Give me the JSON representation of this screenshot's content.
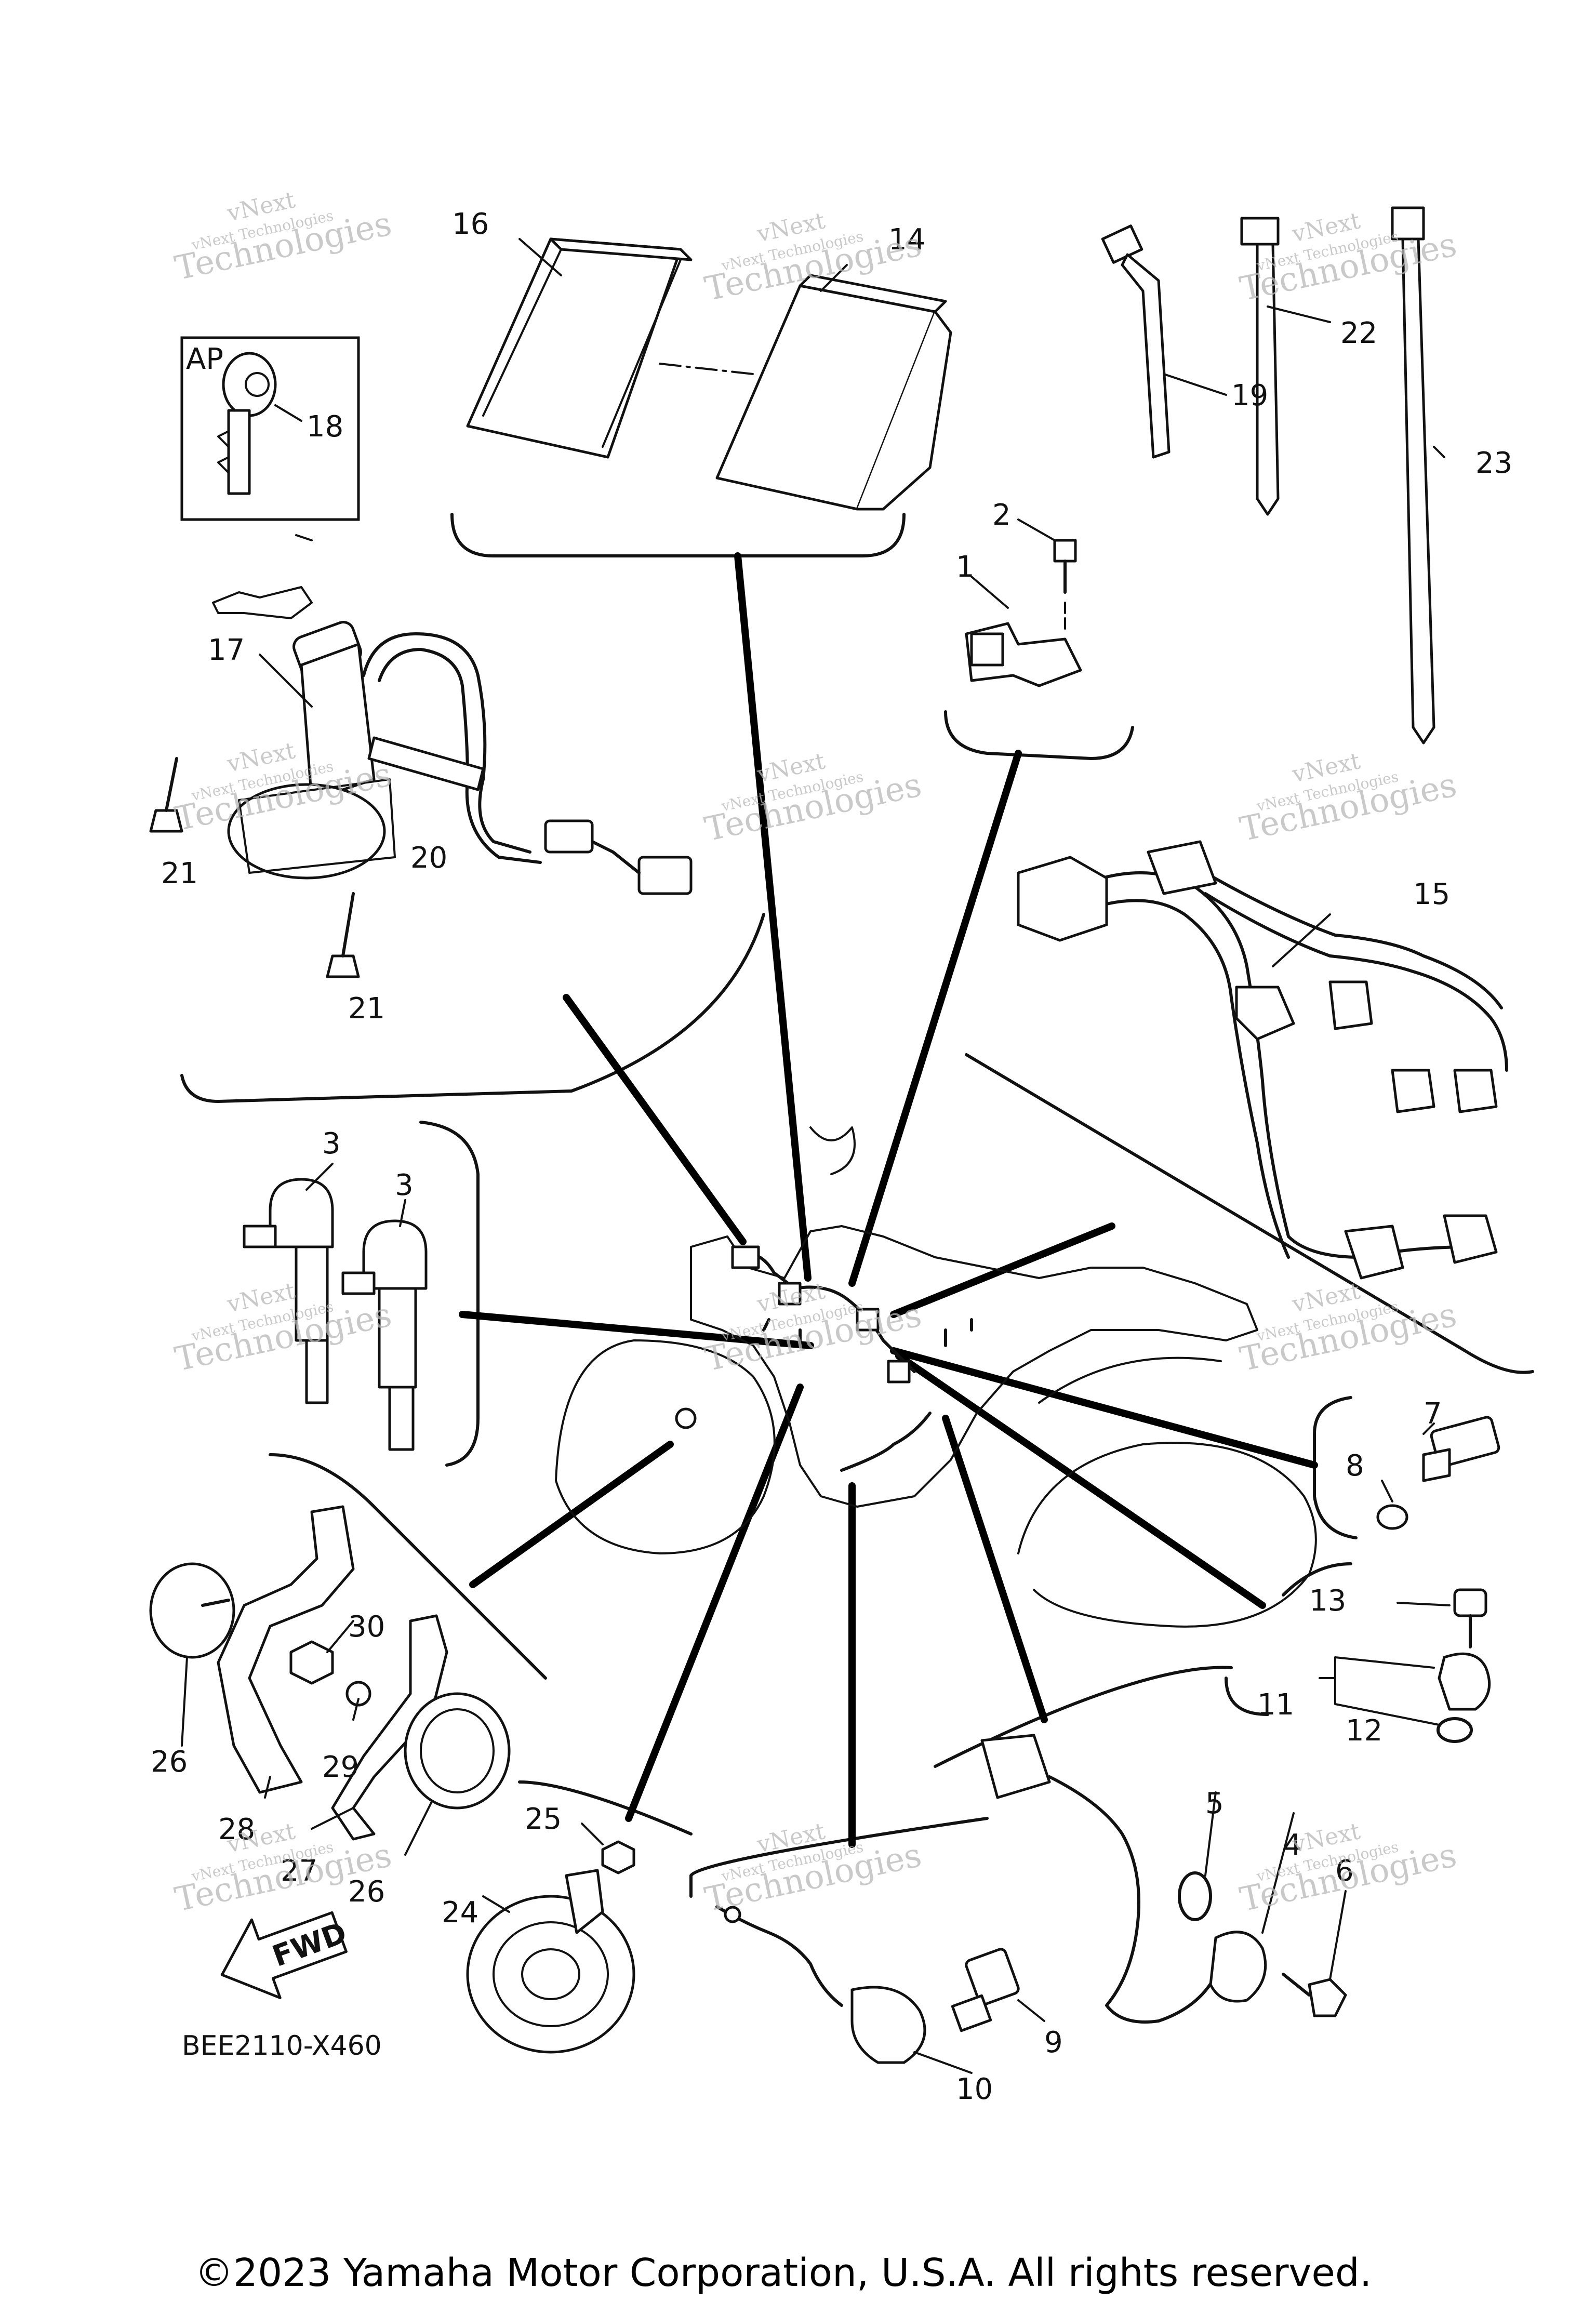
{
  "diagram": {
    "code": "BEE2110-X460",
    "copyright": "©2023 Yamaha Motor Corporation, U.S.A. All rights reserved.",
    "ap_box_label": "AP",
    "fwd_label": "FWD",
    "watermark_top": "vNext",
    "watermark_bottom": "Technologies",
    "watermark_line": "vNext Technologies"
  },
  "callouts": [
    "1",
    "2",
    "3",
    "3",
    "4",
    "5",
    "6",
    "7",
    "8",
    "9",
    "10",
    "11",
    "12",
    "13",
    "14",
    "15",
    "16",
    "17",
    "18",
    "19",
    "20",
    "21",
    "21",
    "22",
    "23",
    "24",
    "25",
    "26",
    "26",
    "27",
    "28",
    "29",
    "30"
  ]
}
